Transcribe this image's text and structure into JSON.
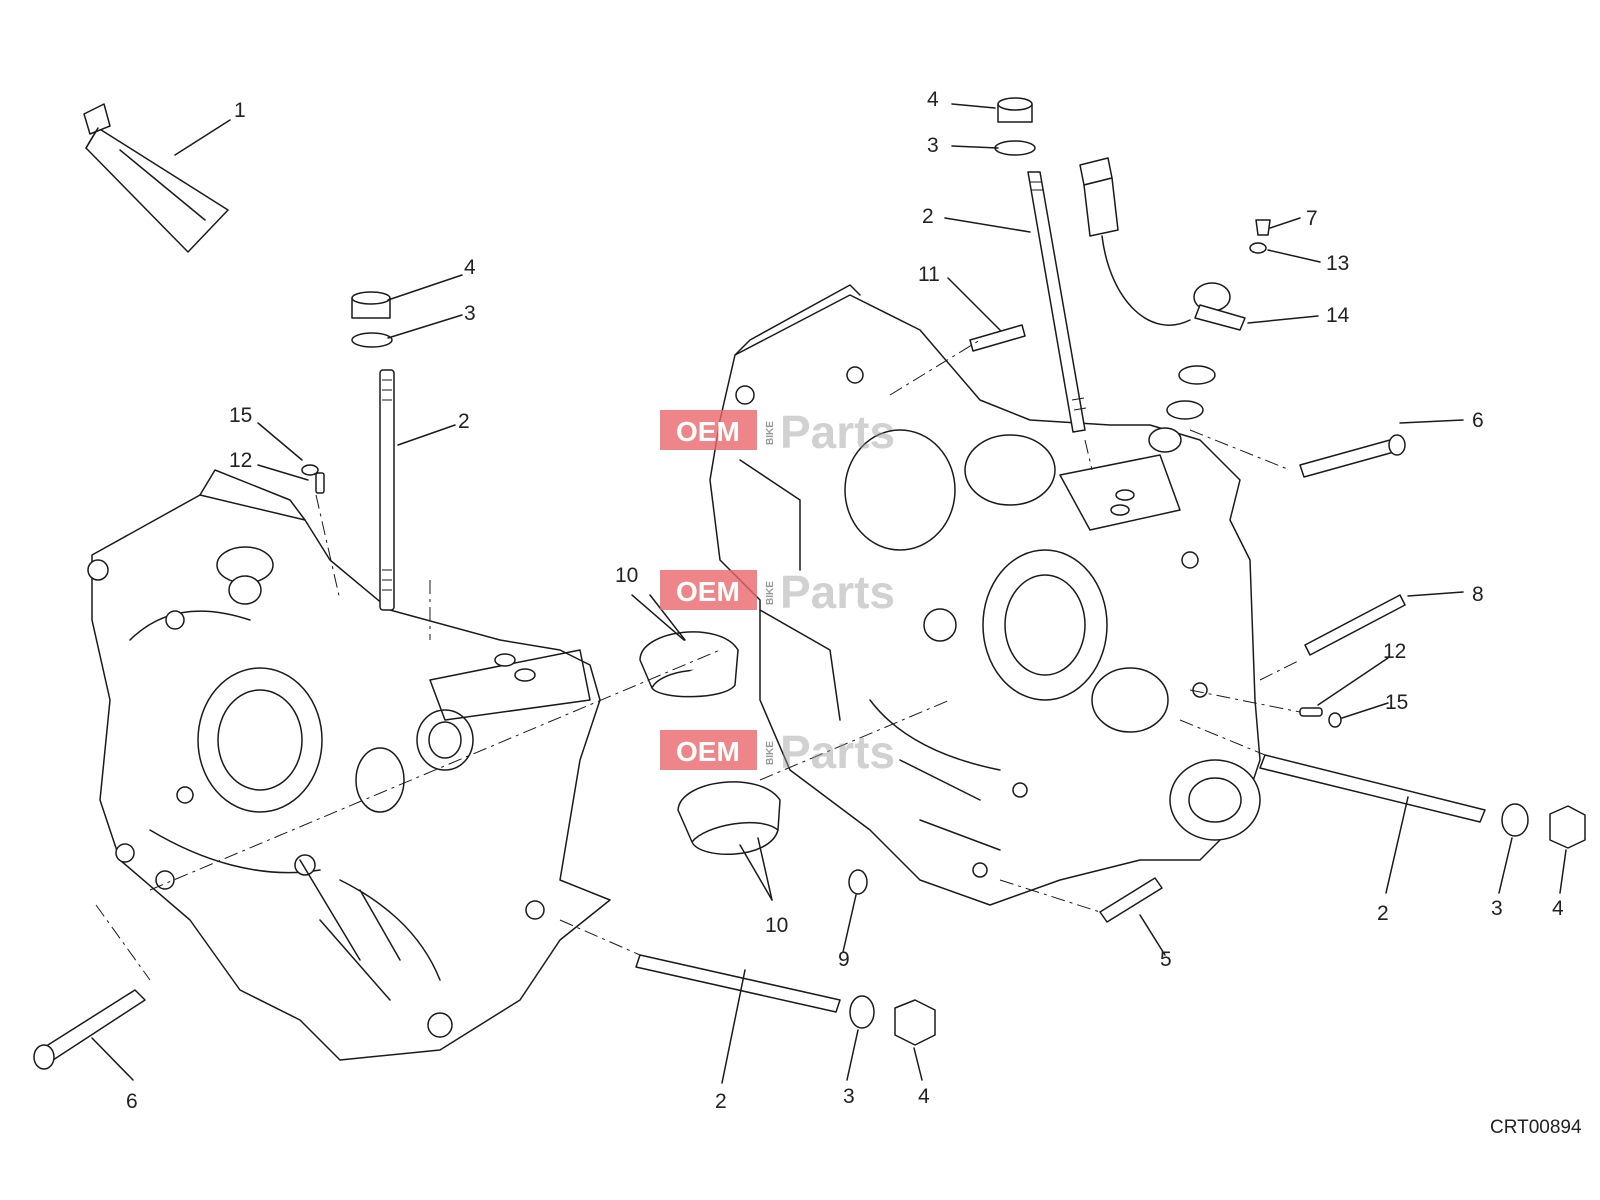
{
  "diagram": {
    "reference_code": "CRT00894",
    "watermark": {
      "oem": "OEM",
      "bike": "BIKE",
      "parts": "Parts",
      "colors": {
        "badge": "#e8676b",
        "text": "#9a9a9a"
      }
    },
    "callouts": [
      "1",
      "2",
      "3",
      "4",
      "5",
      "6",
      "7",
      "8",
      "9",
      "10",
      "11",
      "12",
      "13",
      "14",
      "15"
    ],
    "colors": {
      "line": "#1a1a1a",
      "text": "#222222",
      "background": "#ffffff"
    }
  }
}
